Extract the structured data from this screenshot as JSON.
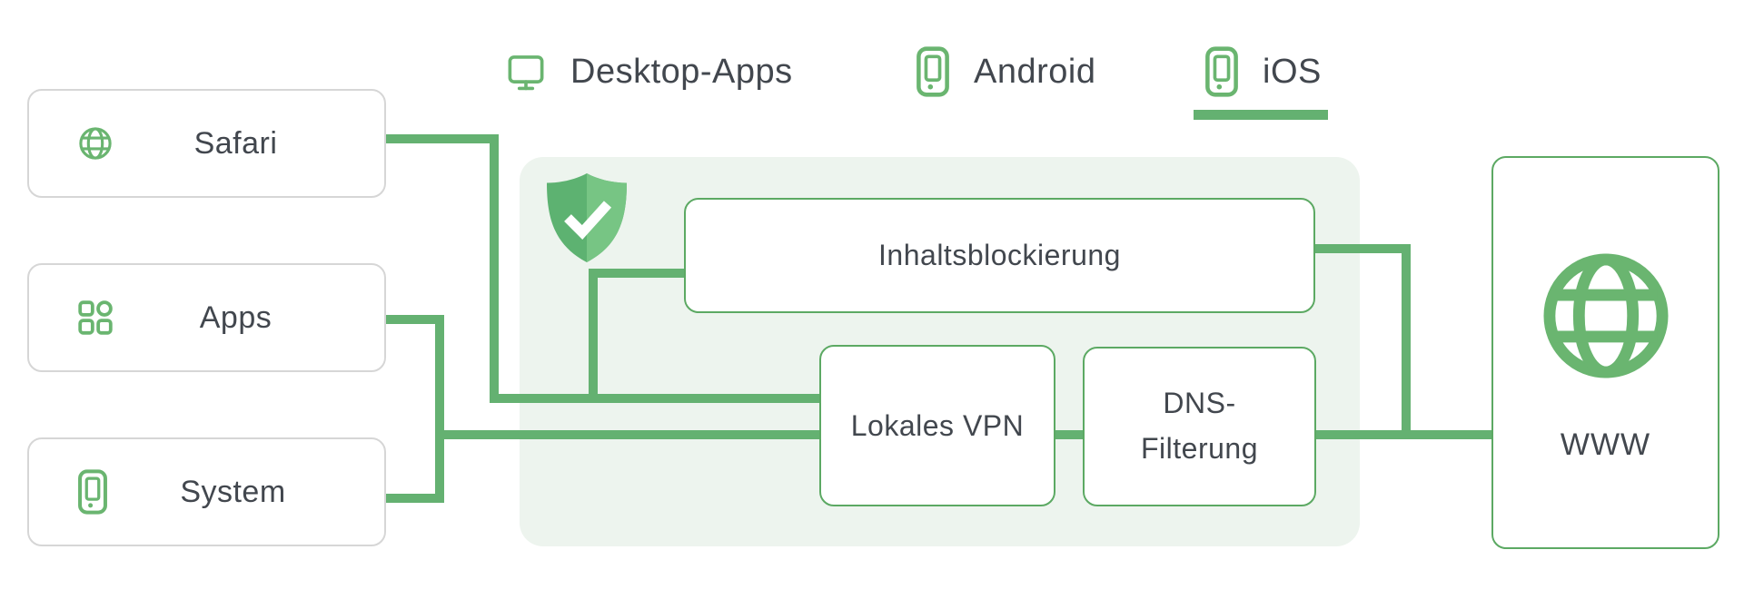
{
  "tabs": [
    {
      "label": "Desktop-Apps",
      "icon": "monitor",
      "active": false
    },
    {
      "label": "Android",
      "icon": "smartphone",
      "active": false
    },
    {
      "label": "iOS",
      "icon": "smartphone",
      "active": true
    }
  ],
  "sources": [
    {
      "label": "Safari",
      "icon": "globe"
    },
    {
      "label": "Apps",
      "icon": "apps-grid"
    },
    {
      "label": "System",
      "icon": "smartphone"
    }
  ],
  "protection": {
    "shield_icon": "adguard-shield-check",
    "content_blocking_label": "Inhaltsblockierung",
    "local_vpn_label": "Lokales VPN",
    "dns_filtering_label": "DNS-Filterung"
  },
  "destination": {
    "label": "WWW",
    "icon": "globe"
  },
  "colors": {
    "accent_green": "#64b171",
    "node_border_green": "#5ca963",
    "panel_background": "#edf4ee",
    "icon_green": "#6ab570",
    "text_dark": "#42474e",
    "neutral_border": "#d6d6d6",
    "shield_dark_green": "#5db271",
    "shield_light_green": "#77c584"
  }
}
